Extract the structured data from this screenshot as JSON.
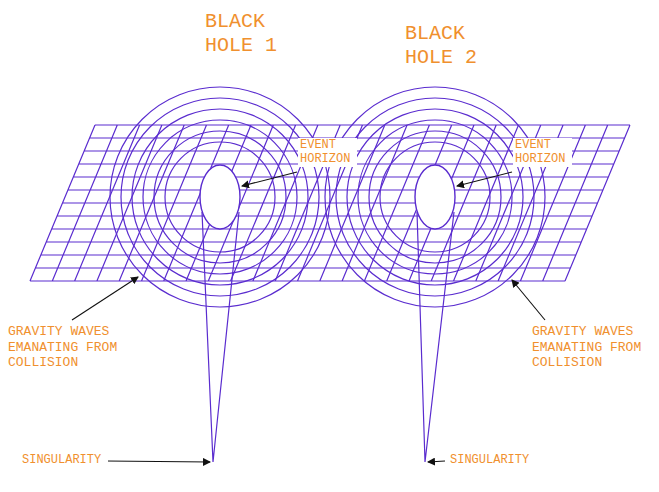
{
  "diagram": {
    "labels": [
      "BLACK HOLE 1",
      "BLACK HOLE 2",
      "EVENT HORIZON",
      "EVENT HORIZON",
      "GRAVITY WAVES EMANATING FROM COLLISION",
      "GRAVITY WAVES EMANATING FROM COLLISION",
      "SINGULARITY",
      "SINGULARITY"
    ]
  }
}
